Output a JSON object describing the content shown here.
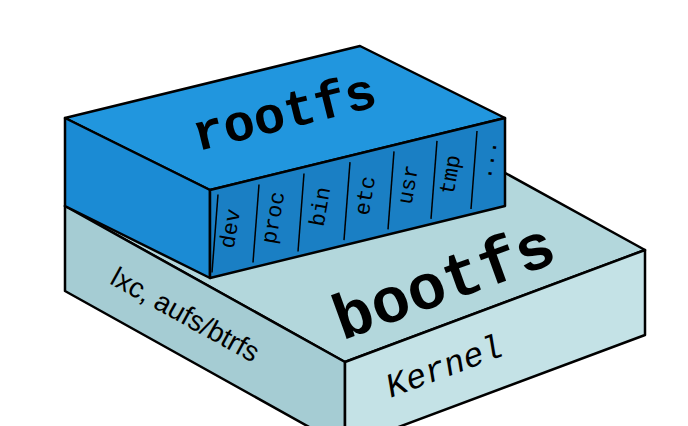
{
  "diagram": {
    "nodes": [
      {
        "text": [
          "rootfs",
          "dev",
          "proc",
          "bin",
          "etc",
          "usr",
          "tmp",
          "..."
        ]
      },
      {
        "text": [
          "bootfs",
          "lxc, aufs/btrfs",
          "Kernel"
        ]
      }
    ]
  }
}
